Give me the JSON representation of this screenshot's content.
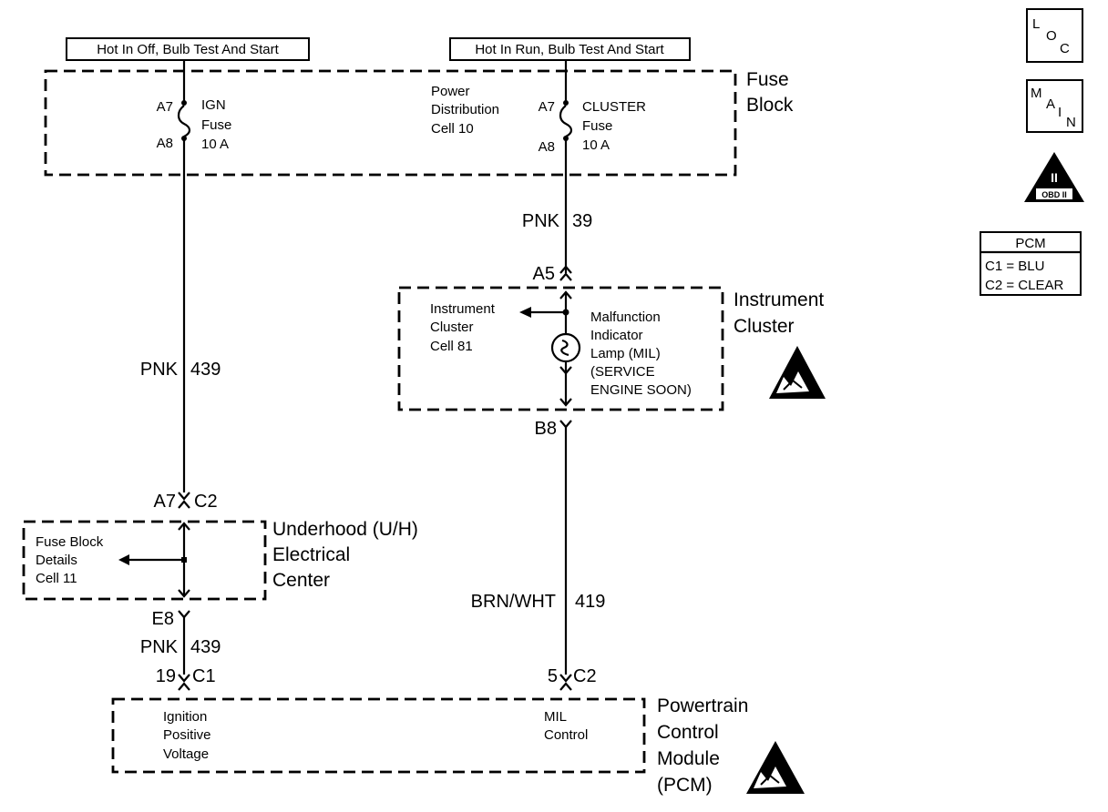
{
  "sources": {
    "left": "Hot In Off, Bulb Test And Start",
    "right": "Hot In Run, Bulb Test And Start"
  },
  "fuse_block": {
    "title_line1": "Fuse",
    "title_line2": "Block",
    "ign_fuse": {
      "pin_in": "A7",
      "pin_out": "A8",
      "name": "IGN",
      "type": "Fuse",
      "rating": "10 A"
    },
    "cluster_fuse": {
      "pin_in": "A7",
      "pin_out": "A8",
      "name": "CLUSTER",
      "type": "Fuse",
      "rating": "10 A"
    },
    "reference": [
      "Power",
      "Distribution",
      "Cell 10"
    ]
  },
  "wires": {
    "pnk39": {
      "color": "PNK",
      "circuit": "39"
    },
    "pnk439_upper": {
      "color": "PNK",
      "circuit": "439"
    },
    "pnk439_lower": {
      "color": "PNK",
      "circuit": "439"
    },
    "brnwht419": {
      "color": "BRN/WHT",
      "circuit": "419"
    }
  },
  "instrument_cluster": {
    "title_line1": "Instrument",
    "title_line2": "Cluster",
    "pin_in": "A5",
    "pin_out": "B8",
    "reference": [
      "Instrument",
      "Cluster",
      "Cell 81"
    ],
    "lamp_label": [
      "Malfunction",
      "Indicator",
      "Lamp (MIL)",
      "(SERVICE",
      "ENGINE SOON)"
    ]
  },
  "underhood": {
    "title_line1": "Underhood (U/H)",
    "title_line2": "Electrical",
    "title_line3": "Center",
    "pin_in": "A7",
    "connector_in": "C2",
    "pin_out": "E8",
    "reference": [
      "Fuse Block",
      "Details",
      "Cell 11"
    ]
  },
  "pcm": {
    "title_line1": "Powertrain",
    "title_line2": "Control",
    "title_line3": "Module",
    "title_line4": "(PCM)",
    "left_pin": "19",
    "left_connector": "C1",
    "right_pin": "5",
    "right_connector": "C2",
    "left_label": [
      "Ignition",
      "Positive",
      "Voltage"
    ],
    "right_label": [
      "MIL",
      "Control"
    ]
  },
  "side_icons": {
    "loc": {
      "l": "L",
      "o": "O",
      "c": "C"
    },
    "main": {
      "m": "M",
      "a": "A",
      "i": "I",
      "n": "N"
    },
    "obd": {
      "numeral": "II",
      "text": "OBD II"
    },
    "pcm_table": {
      "header": "PCM",
      "row1": "C1 = BLU",
      "row2": "C2 = CLEAR"
    }
  }
}
